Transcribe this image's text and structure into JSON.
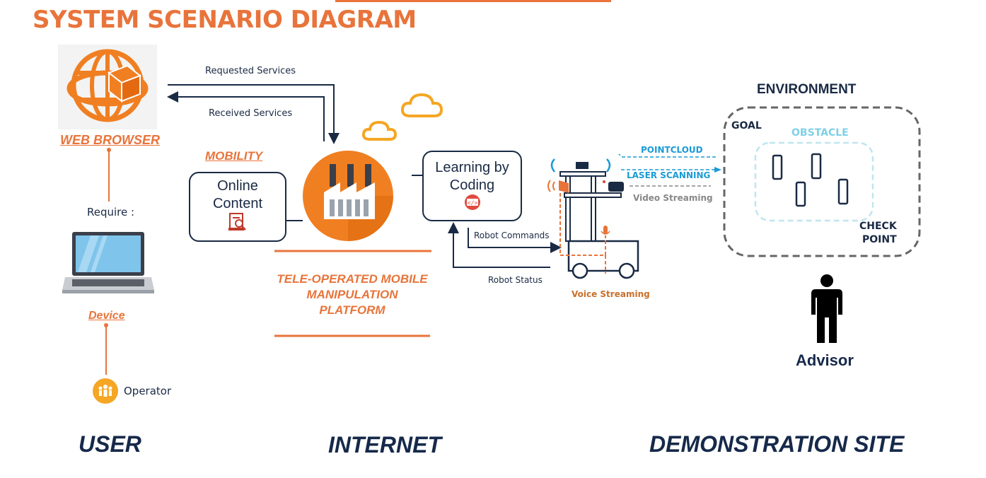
{
  "title": "SYSTEM SCENARIO DIAGRAM",
  "user": {
    "web_browser": "WEB BROWSER",
    "require": "Require :",
    "device": "Device",
    "operator": "Operator",
    "section": "USER"
  },
  "internet": {
    "requested_services": "Requested Services",
    "received_services": "Received Services",
    "mobility": "MOBILITY",
    "online_content_line1": "Online",
    "online_content_line2": "Content",
    "learning_line1": "Learning by",
    "learning_line2": "Coding",
    "platform_line1": "TELE-OPERATED MOBILE",
    "platform_line2": "MANIPULATION",
    "platform_line3": "PLATFORM",
    "robot_commands": "Robot Commands",
    "robot_status": "Robot Status",
    "section": "INTERNET"
  },
  "site": {
    "pointcloud": "POINTCLOUD",
    "laser_scanning": "LASER SCANNING",
    "video_streaming": "Video Streaming",
    "voice_streaming": "Voice Streaming",
    "environment": "ENVIRONMENT",
    "goal": "GOAL",
    "obstacle": "OBSTACLE",
    "check": "CHECK",
    "point": "POINT",
    "advisor": "Advisor",
    "section": "DEMONSTRATION SITE"
  },
  "colors": {
    "orange": "#e8743b",
    "navy": "#1a2a44",
    "blue": "#1a9ad6",
    "cloud": "#f5a623"
  }
}
